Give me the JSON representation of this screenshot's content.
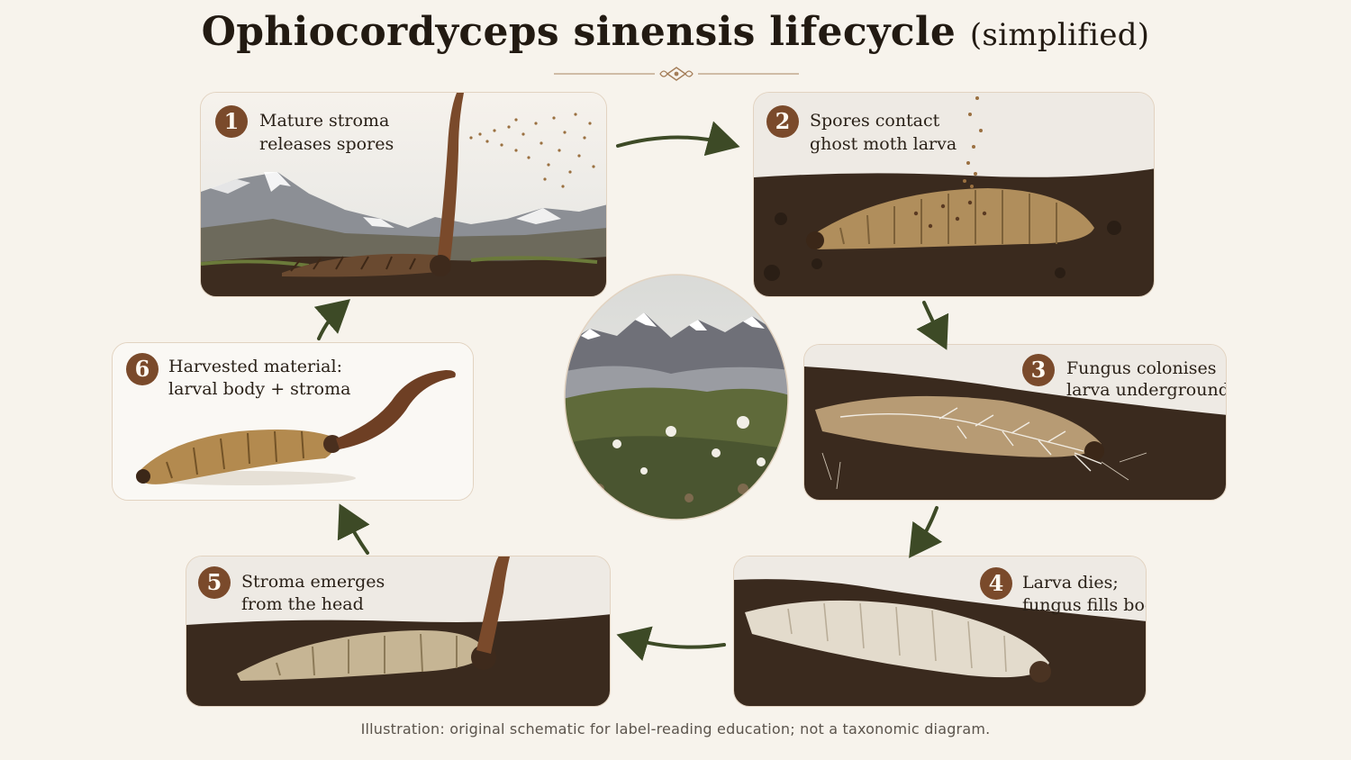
{
  "title": {
    "main": "Ophiocordyceps sinensis lifecycle",
    "paren": "(simplified)"
  },
  "steps": [
    {
      "number": "1",
      "line1": "Mature stroma",
      "line2": "releases spores"
    },
    {
      "number": "2",
      "line1": "Spores contact",
      "line2": "ghost moth larva"
    },
    {
      "number": "3",
      "line1": "Fungus colonises",
      "line2": "larva underground"
    },
    {
      "number": "4",
      "line1": "Larva dies;",
      "line2": "fungus fills body"
    },
    {
      "number": "5",
      "line1": "Stroma emerges",
      "line2": "from the head"
    },
    {
      "number": "6",
      "line1": "Harvested material:",
      "line2": "larval body + stroma"
    }
  ],
  "footer": "Illustration: original schematic for label-reading education; not a taxonomic diagram.",
  "colors": {
    "background": "#f7f3ec",
    "badge": "#7a4a2b",
    "arrow": "#3d4a26",
    "card_border": "#e2d3c1",
    "soil": "#3a2a1e"
  },
  "icons": [
    "ornament-icon",
    "cycle-arrow-icon"
  ]
}
